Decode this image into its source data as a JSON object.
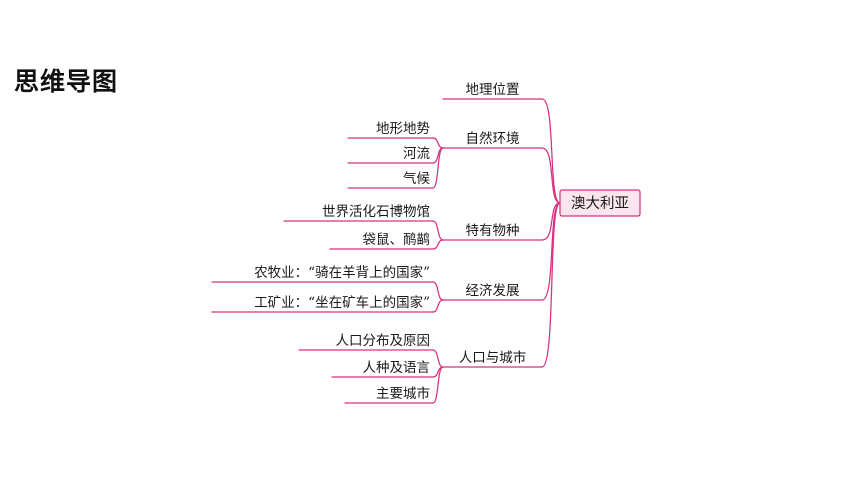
{
  "title": "思维导图",
  "colors": {
    "line": "#d6307e",
    "root_fill": "#fbe6ef",
    "text": "#1a1a1a"
  },
  "mindmap": {
    "root": "澳大利亚",
    "branches": [
      {
        "label": "地理位置",
        "children": []
      },
      {
        "label": "自然环境",
        "children": [
          "地形地势",
          "河流",
          "气候"
        ]
      },
      {
        "label": "特有物种",
        "children": [
          "世界活化石博物馆",
          "袋鼠、鸸鹋"
        ]
      },
      {
        "label": "经济发展",
        "children": [
          "农牧业：“骑在羊背上的国家”",
          "工矿业：“坐在矿车上的国家”"
        ]
      },
      {
        "label": "人口与城市",
        "children": [
          "人口分布及原因",
          "人种及语言",
          "主要城市"
        ]
      }
    ]
  }
}
